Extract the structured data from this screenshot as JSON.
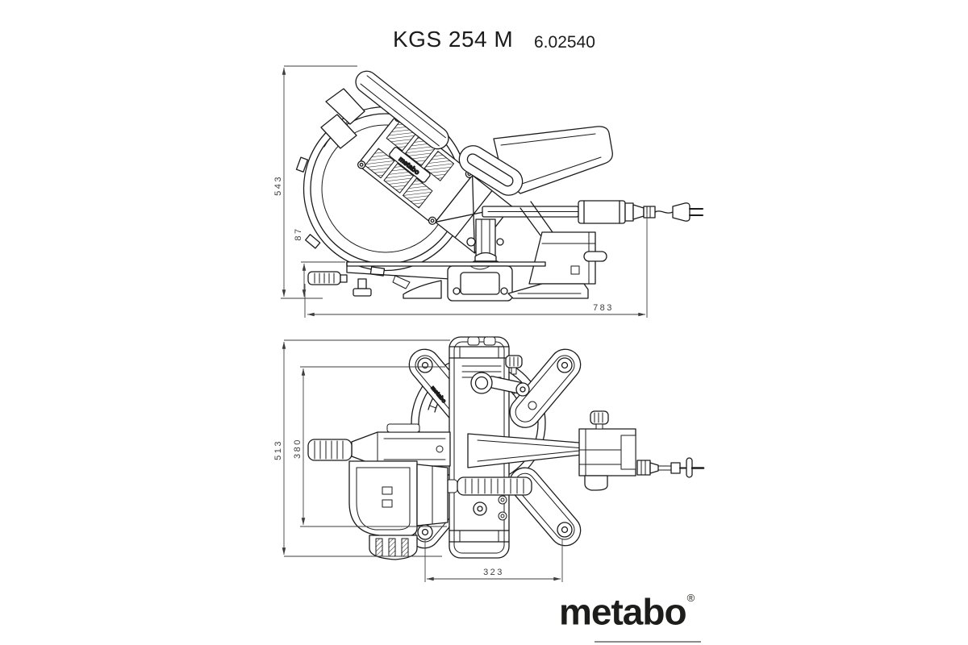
{
  "header": {
    "model": "KGS 254 M",
    "article_no": "6.02540"
  },
  "drawings": {
    "side_view": {
      "name": "side view technical drawing",
      "dimensions": {
        "height": "543",
        "base_height": "87",
        "length": "783"
      },
      "body_label": "metabo"
    },
    "top_view": {
      "name": "top view technical drawing",
      "dimensions": {
        "width": "513",
        "inner_width": "380",
        "depth": "323"
      },
      "arm_label": "metabo"
    }
  },
  "footer": {
    "brand": "metabo",
    "registered": "®"
  },
  "colors": {
    "line": "#1b1b1b",
    "dimension": "#3d3d3d",
    "logo": "#1d1d1b",
    "background": "#ffffff"
  }
}
